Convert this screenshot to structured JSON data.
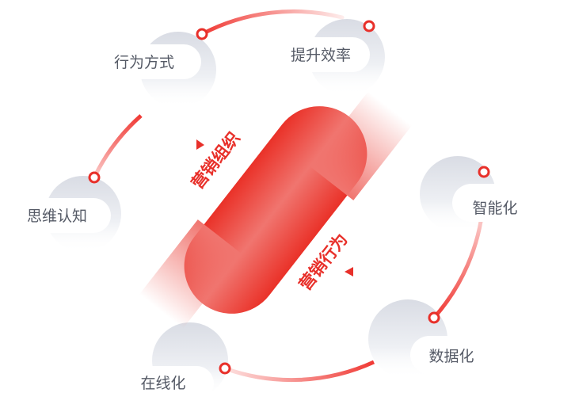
{
  "center": {
    "top_label": "营销组织",
    "bottom_label": "营销行为"
  },
  "nodes": [
    {
      "id": "behavior",
      "label": "行为方式"
    },
    {
      "id": "efficiency",
      "label": "提升效率"
    },
    {
      "id": "cognition",
      "label": "思维认知"
    },
    {
      "id": "intelligent",
      "label": "智能化"
    },
    {
      "id": "data",
      "label": "数据化"
    },
    {
      "id": "online",
      "label": "在线化"
    }
  ],
  "colors": {
    "accent": "#e8302a",
    "gray": "#dcdfe6",
    "text": "#555a66"
  }
}
